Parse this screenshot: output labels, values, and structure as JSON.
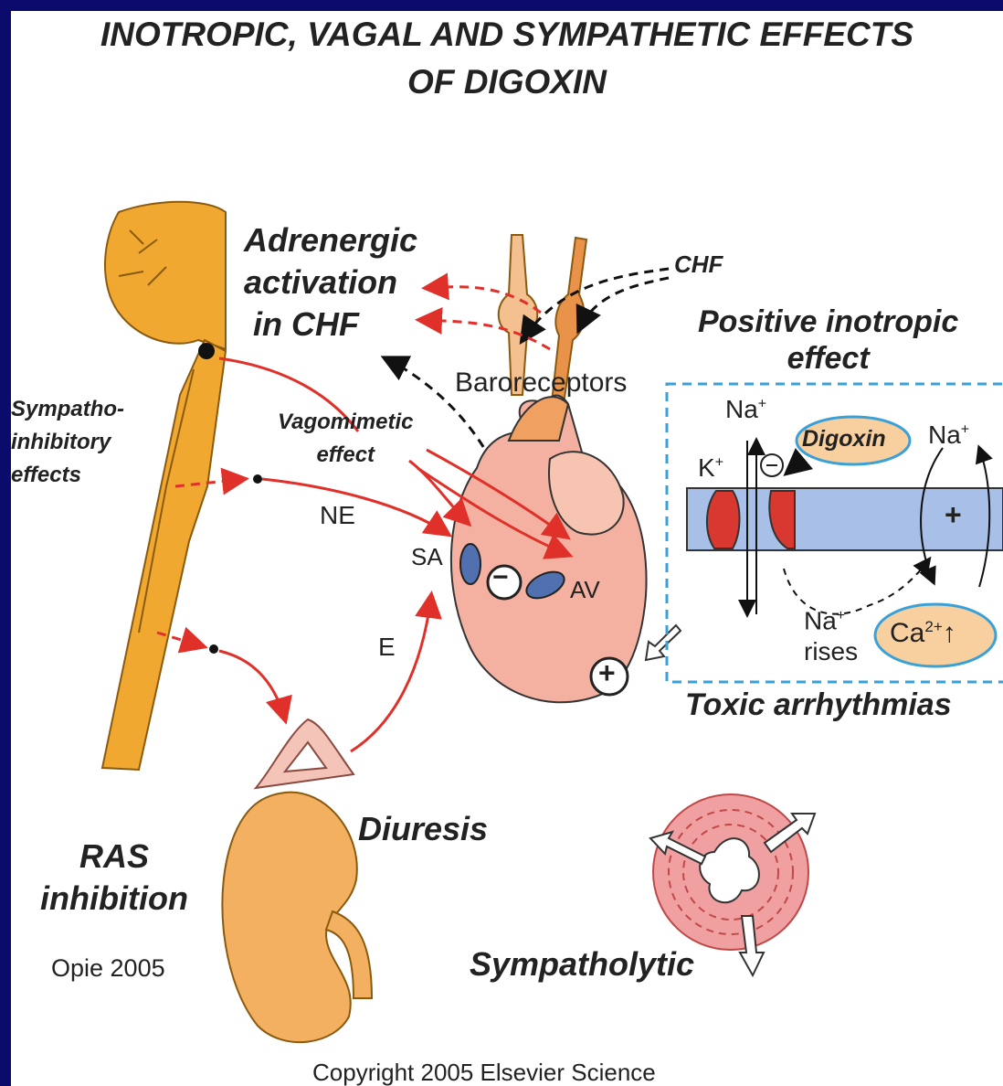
{
  "title": {
    "line1": "INOTROPIC, VAGAL AND SYMPATHETIC EFFECTS",
    "line2": "OF DIGOXIN"
  },
  "labels": {
    "adrenergic": [
      "Adrenergic",
      "activation",
      "in CHF"
    ],
    "chf": "CHF",
    "baroreceptors": "Baroreceptors",
    "positive_inotropic": [
      "Positive  inotropic",
      "effect"
    ],
    "sympatho_inhibitory": [
      "Sympatho-",
      "inhibitory",
      "effects"
    ],
    "vagomimetic": [
      "Vagomimetic",
      "effect"
    ],
    "ne": "NE",
    "sa": "SA",
    "av": "AV",
    "e": "E",
    "na_plus": "Na",
    "k_plus": "K",
    "plus_sup": "+",
    "digoxin": "Digoxin",
    "na_rises": [
      "Na",
      "rises"
    ],
    "ca": "Ca",
    "ca_sup": "2+",
    "ca_arrow": "↑",
    "toxic_arrhythmias": "Toxic arrhythmias",
    "diuresis": "Diuresis",
    "ras_inhibition": [
      "RAS",
      "inhibition"
    ],
    "opie": "Opie 2005",
    "sympatholytic": "Sympatholytic",
    "copyright": "Copyright 2005 Elsevier Science",
    "minus_sign": "−",
    "plus_sign": "+"
  },
  "colors": {
    "border": "#0b0b6e",
    "nerve": "#f0a830",
    "heart": "#f4b0a0",
    "vessel_blue": "#a8c0e8",
    "red_arrow": "#e0302a",
    "dashed_box": "#3aa0d8",
    "digoxin_fill": "#f8d0a0",
    "channel_red": "#d83830"
  }
}
